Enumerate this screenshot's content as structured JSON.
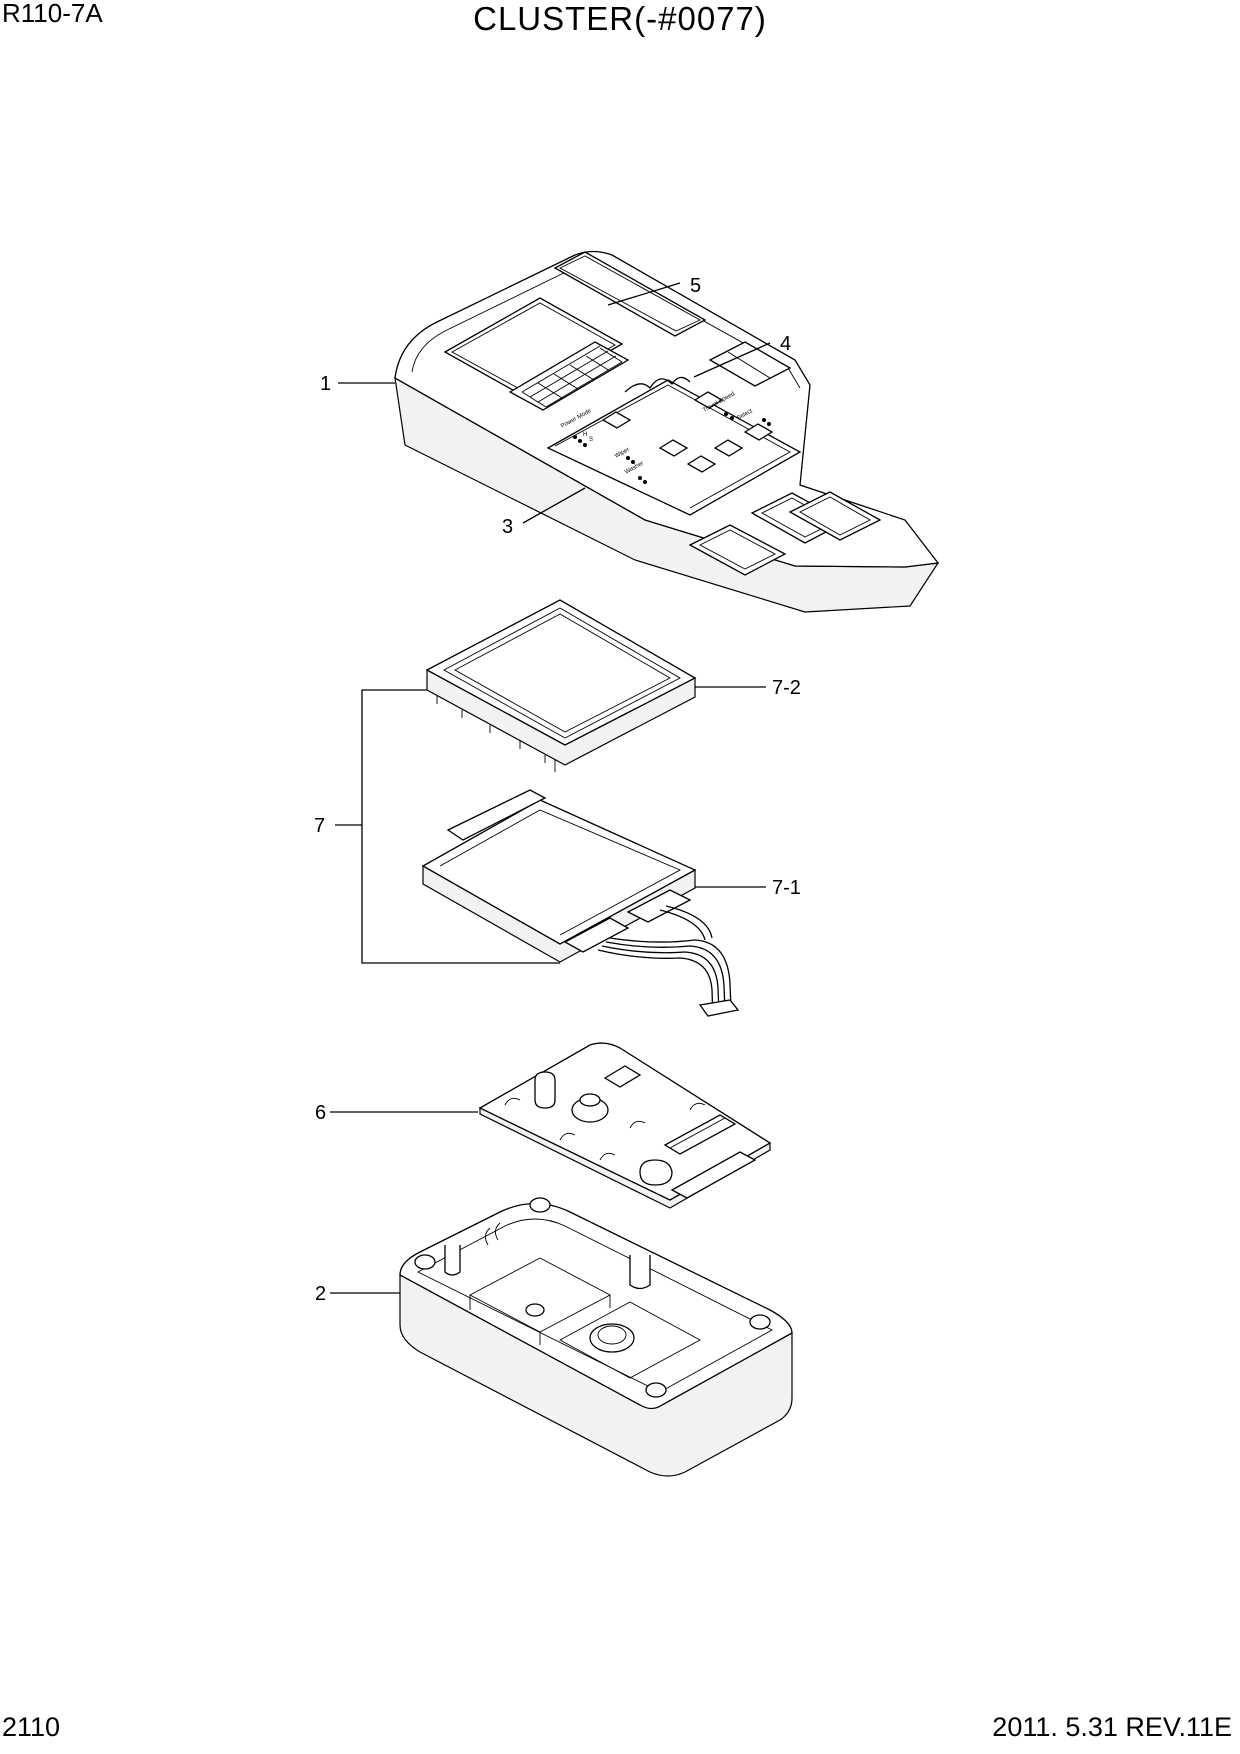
{
  "header": {
    "model": "R110-7A",
    "title": "CLUSTER(-#0077)"
  },
  "footer": {
    "page_number": "2110",
    "revision_date": "2011. 5.31  REV.11E"
  },
  "callouts": {
    "c1": "1",
    "c2": "2",
    "c3": "3",
    "c4": "4",
    "c5": "5",
    "c6": "6",
    "c7": "7",
    "c71": "7-1",
    "c72": "7-2"
  },
  "panel_labels": {
    "power_mode": "Power Mode",
    "travel_speed": "Travel Speed",
    "select": "Select",
    "wiper": "Wiper",
    "washer": "Washer",
    "h": "H",
    "s": "S"
  },
  "icons": [
    "cluster-cover",
    "lcd-window",
    "switch-panel",
    "lcd-module",
    "lcd-case",
    "pcb-board",
    "rear-case",
    "wire-harness"
  ]
}
